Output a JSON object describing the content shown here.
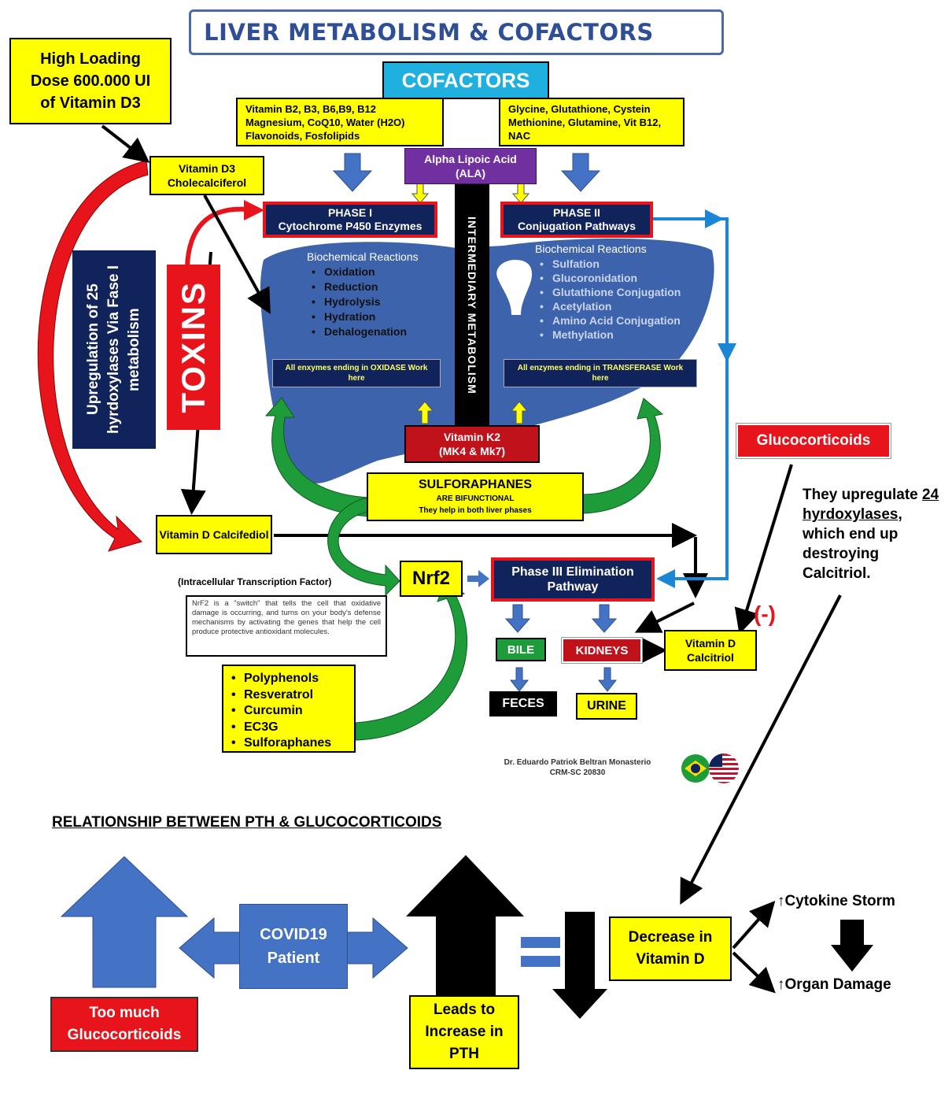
{
  "title": "LIVER METABOLISM & COFACTORS",
  "high_dose": "High Loading Dose 600.000 UI of Vitamin D3",
  "cofactors": {
    "label": "COFACTORS",
    "left": "Vitamin B2, B3, B6,B9, B12 Magnesium, CoQ10, Water (H2O) Flavonoids, Fosfolipids",
    "right": "Glycine, Glutathione, Cystein Methionine, Glutamine, Vit B12, NAC",
    "ala": "Alpha Lipoic Acid (ALA)"
  },
  "vit_d3": "Vitamin D3 Cholecalciferol",
  "phase1": {
    "title": "PHASE I",
    "subtitle": "Cytochrome P450 Enzymes",
    "reactions_title": "Biochemical Reactions",
    "reactions": [
      "Oxidation",
      "Reduction",
      "Hydrolysis",
      "Hydration",
      "Dehalogenation"
    ],
    "enzymes_note": "All enxymes ending in OXIDASE Work here"
  },
  "phase2": {
    "title": "PHASE II",
    "subtitle": "Conjugation Pathways",
    "reactions_title": "Biochemical Reactions",
    "reactions": [
      "Sulfation",
      "Glucoronidation",
      "Glutathione Conjugation",
      "Acetylation",
      "Amino Acid Conjugation",
      "Methylation"
    ],
    "enzymes_note": "All enzymes ending in TRANSFERASE Work here"
  },
  "intermediary": "INTERMEDIARY METABOLISM",
  "upregulation": "Upregulation of 25 hyrdoxylases Via Fase I metabolism",
  "toxins": "TOXINS",
  "vit_k2": "Vitamin K2 (MK4 & Mk7)",
  "sulforaphanes": {
    "title": "SULFORAPHANES",
    "line1": "ARE BIFUNCTIONAL",
    "line2": "They help in both liver phases"
  },
  "glucocorticoids": "Glucocorticoids",
  "glucocorticoids_note_pre": "They upregulate",
  "glucocorticoids_note_link": "24 hyrdoxylases",
  "glucocorticoids_note_post": ", which end up destroying Calcitriol.",
  "vit_d_calcifediol": "Vitamin D Calcifediol",
  "nrf2": {
    "label": "Nrf2",
    "factor": "(Intracellular Transcription Factor)",
    "description": "NrF2 is a \"switch\" that tells the cell that oxidative damage is occurring, and turns on your body's defense mechanisms by activating the genes that help the cell produce protective antioxidant molecules."
  },
  "phase3": "Phase III Elimination Pathway",
  "bile": "BILE",
  "kidneys": "KIDNEYS",
  "feces": "FECES",
  "urine": "URINE",
  "calcitriol": "Vitamin D Calcitriol",
  "minus": "(-)",
  "nrf2_activators": [
    "Polyphenols",
    "Resveratrol",
    "Curcumin",
    "EC3G",
    "Sulforaphanes"
  ],
  "credit": {
    "name": "Dr. Eduardo Patriok Beltran Monasterio",
    "crm": "CRM-SC 20830"
  },
  "relationship_heading": "RELATIONSHIP BETWEEN PTH & GLUCOCORTICOIDS",
  "covid": "COVID19 Patient",
  "too_much": "Too much Glucocorticoids",
  "leads": "Leads to Increase in PTH",
  "decrease": "Decrease in Vitamin D",
  "cytokine": "↑Cytokine Storm",
  "organ": "↑Organ Damage",
  "colors": {
    "navy": "#10235a",
    "red": "#e8141b",
    "yellow": "#ffff00",
    "blue": "#4472c4",
    "green": "#1f9c3a",
    "liver": "#3e63ad",
    "purple": "#7030a0",
    "cyan": "#1fb0e0"
  }
}
